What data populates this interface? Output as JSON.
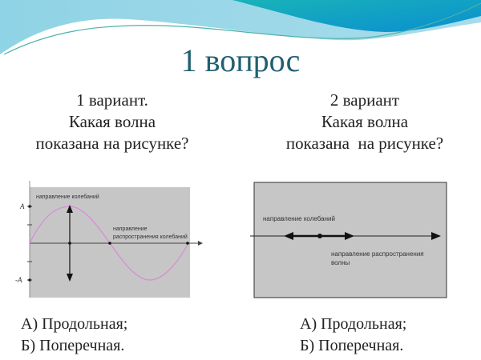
{
  "slide": {
    "title": "1 вопрос",
    "accent_color": "#1f6070"
  },
  "variants": [
    {
      "label": "1 вариант.",
      "question_line1": "Какая волна",
      "question_line2": "показана на рисунке?",
      "figure": {
        "oscillation_label": "направление колебаний",
        "propagation_label_line1": "направление",
        "propagation_label_line2": "распространения колебаний",
        "y_top_label": "A",
        "y_bottom_label": "-A",
        "wave_color": "#d68fd6",
        "background": "#c6c6c6"
      },
      "answers": [
        "А) Продольная;",
        "Б) Поперечная."
      ]
    },
    {
      "label": "2 вариант",
      "question_line1": "Какая волна",
      "question_line2": "показана  на рисунке?",
      "figure": {
        "oscillation_label": "направление колебаний",
        "propagation_label_line1": "направление распространения",
        "propagation_label_line2": "волны",
        "background": "#c6c6c6"
      },
      "answers": [
        "А) Продольная;",
        "Б) Поперечная."
      ]
    }
  ]
}
